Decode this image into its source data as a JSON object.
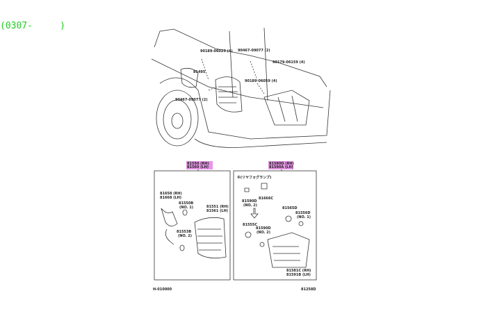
{
  "header_code": "(0307-     )",
  "top_labels": [
    "90189-06023 (4)",
    "90467-09077 (2)",
    "90179-06159 (4)",
    "81495",
    "90189-06059 (4)",
    "90467-09077 (2)"
  ],
  "assembly_left": {
    "rh": "81550 (RH)",
    "lh": "81560 (LH)"
  },
  "assembly_right": {
    "rh": "81580D (RH)",
    "lh": "81590A (LH)"
  },
  "left_panel": [
    "81658 (RH)",
    "81668 (LH)",
    "81550B",
    "(NO. 1)",
    "81551 (RH)",
    "81561 (LH)",
    "81553B",
    "(NO. 2)"
  ],
  "right_panel": [
    "※(リヤフォグランプ)",
    "81590D",
    "(NO. 2)",
    "81666C",
    "81565D",
    "81556D",
    "(NO. 1)",
    "81555C",
    "81590D",
    "(NO. 2)",
    "81581C (RH)",
    "81591B (LH)"
  ],
  "footer": {
    "left": "H-010000",
    "right": "81258D"
  }
}
